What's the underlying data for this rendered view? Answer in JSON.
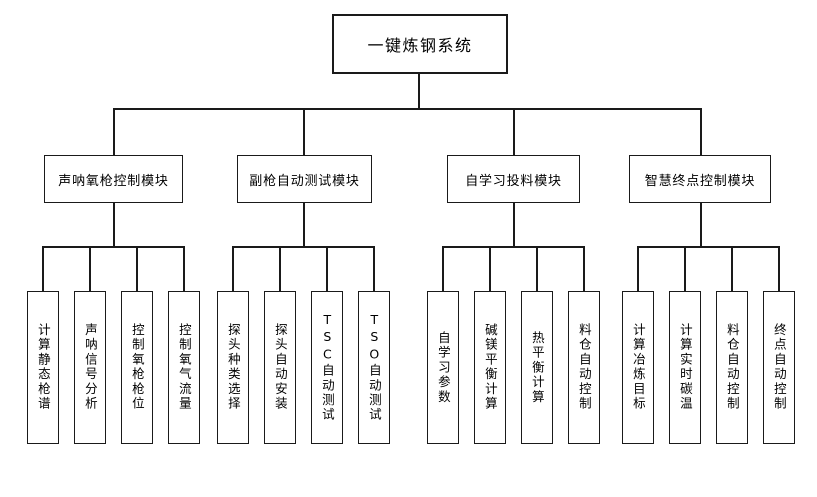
{
  "diagram": {
    "type": "hierarchy-tree",
    "orientation": "top-down",
    "levels": 3,
    "background_color": "#ffffff",
    "line_color": "#1a1a1a",
    "text_color": "#000000",
    "root": {
      "label": "一键炼钢系统"
    },
    "modules": [
      {
        "label": "声呐氧枪控制模块",
        "children": [
          {
            "label": "计算静态枪谱"
          },
          {
            "label": "声呐信号分析"
          },
          {
            "label": "控制氧枪枪位"
          },
          {
            "label": "控制氧气流量"
          }
        ]
      },
      {
        "label": "副枪自动测试模块",
        "children": [
          {
            "label": "探头种类选择"
          },
          {
            "label": "探头自动安装"
          },
          {
            "label": "TSC自动测试"
          },
          {
            "label": "TSO自动测试"
          }
        ]
      },
      {
        "label": "自学习投料模块",
        "children": [
          {
            "label": "自学习参数"
          },
          {
            "label": "碱镁平衡计算"
          },
          {
            "label": "热平衡计算"
          },
          {
            "label": "料仓自动控制"
          }
        ]
      },
      {
        "label": "智慧终点控制模块",
        "children": [
          {
            "label": "计算冶炼目标"
          },
          {
            "label": "计算实时碳温"
          },
          {
            "label": "料仓自动控制"
          },
          {
            "label": "终点自动控制"
          }
        ]
      }
    ]
  }
}
